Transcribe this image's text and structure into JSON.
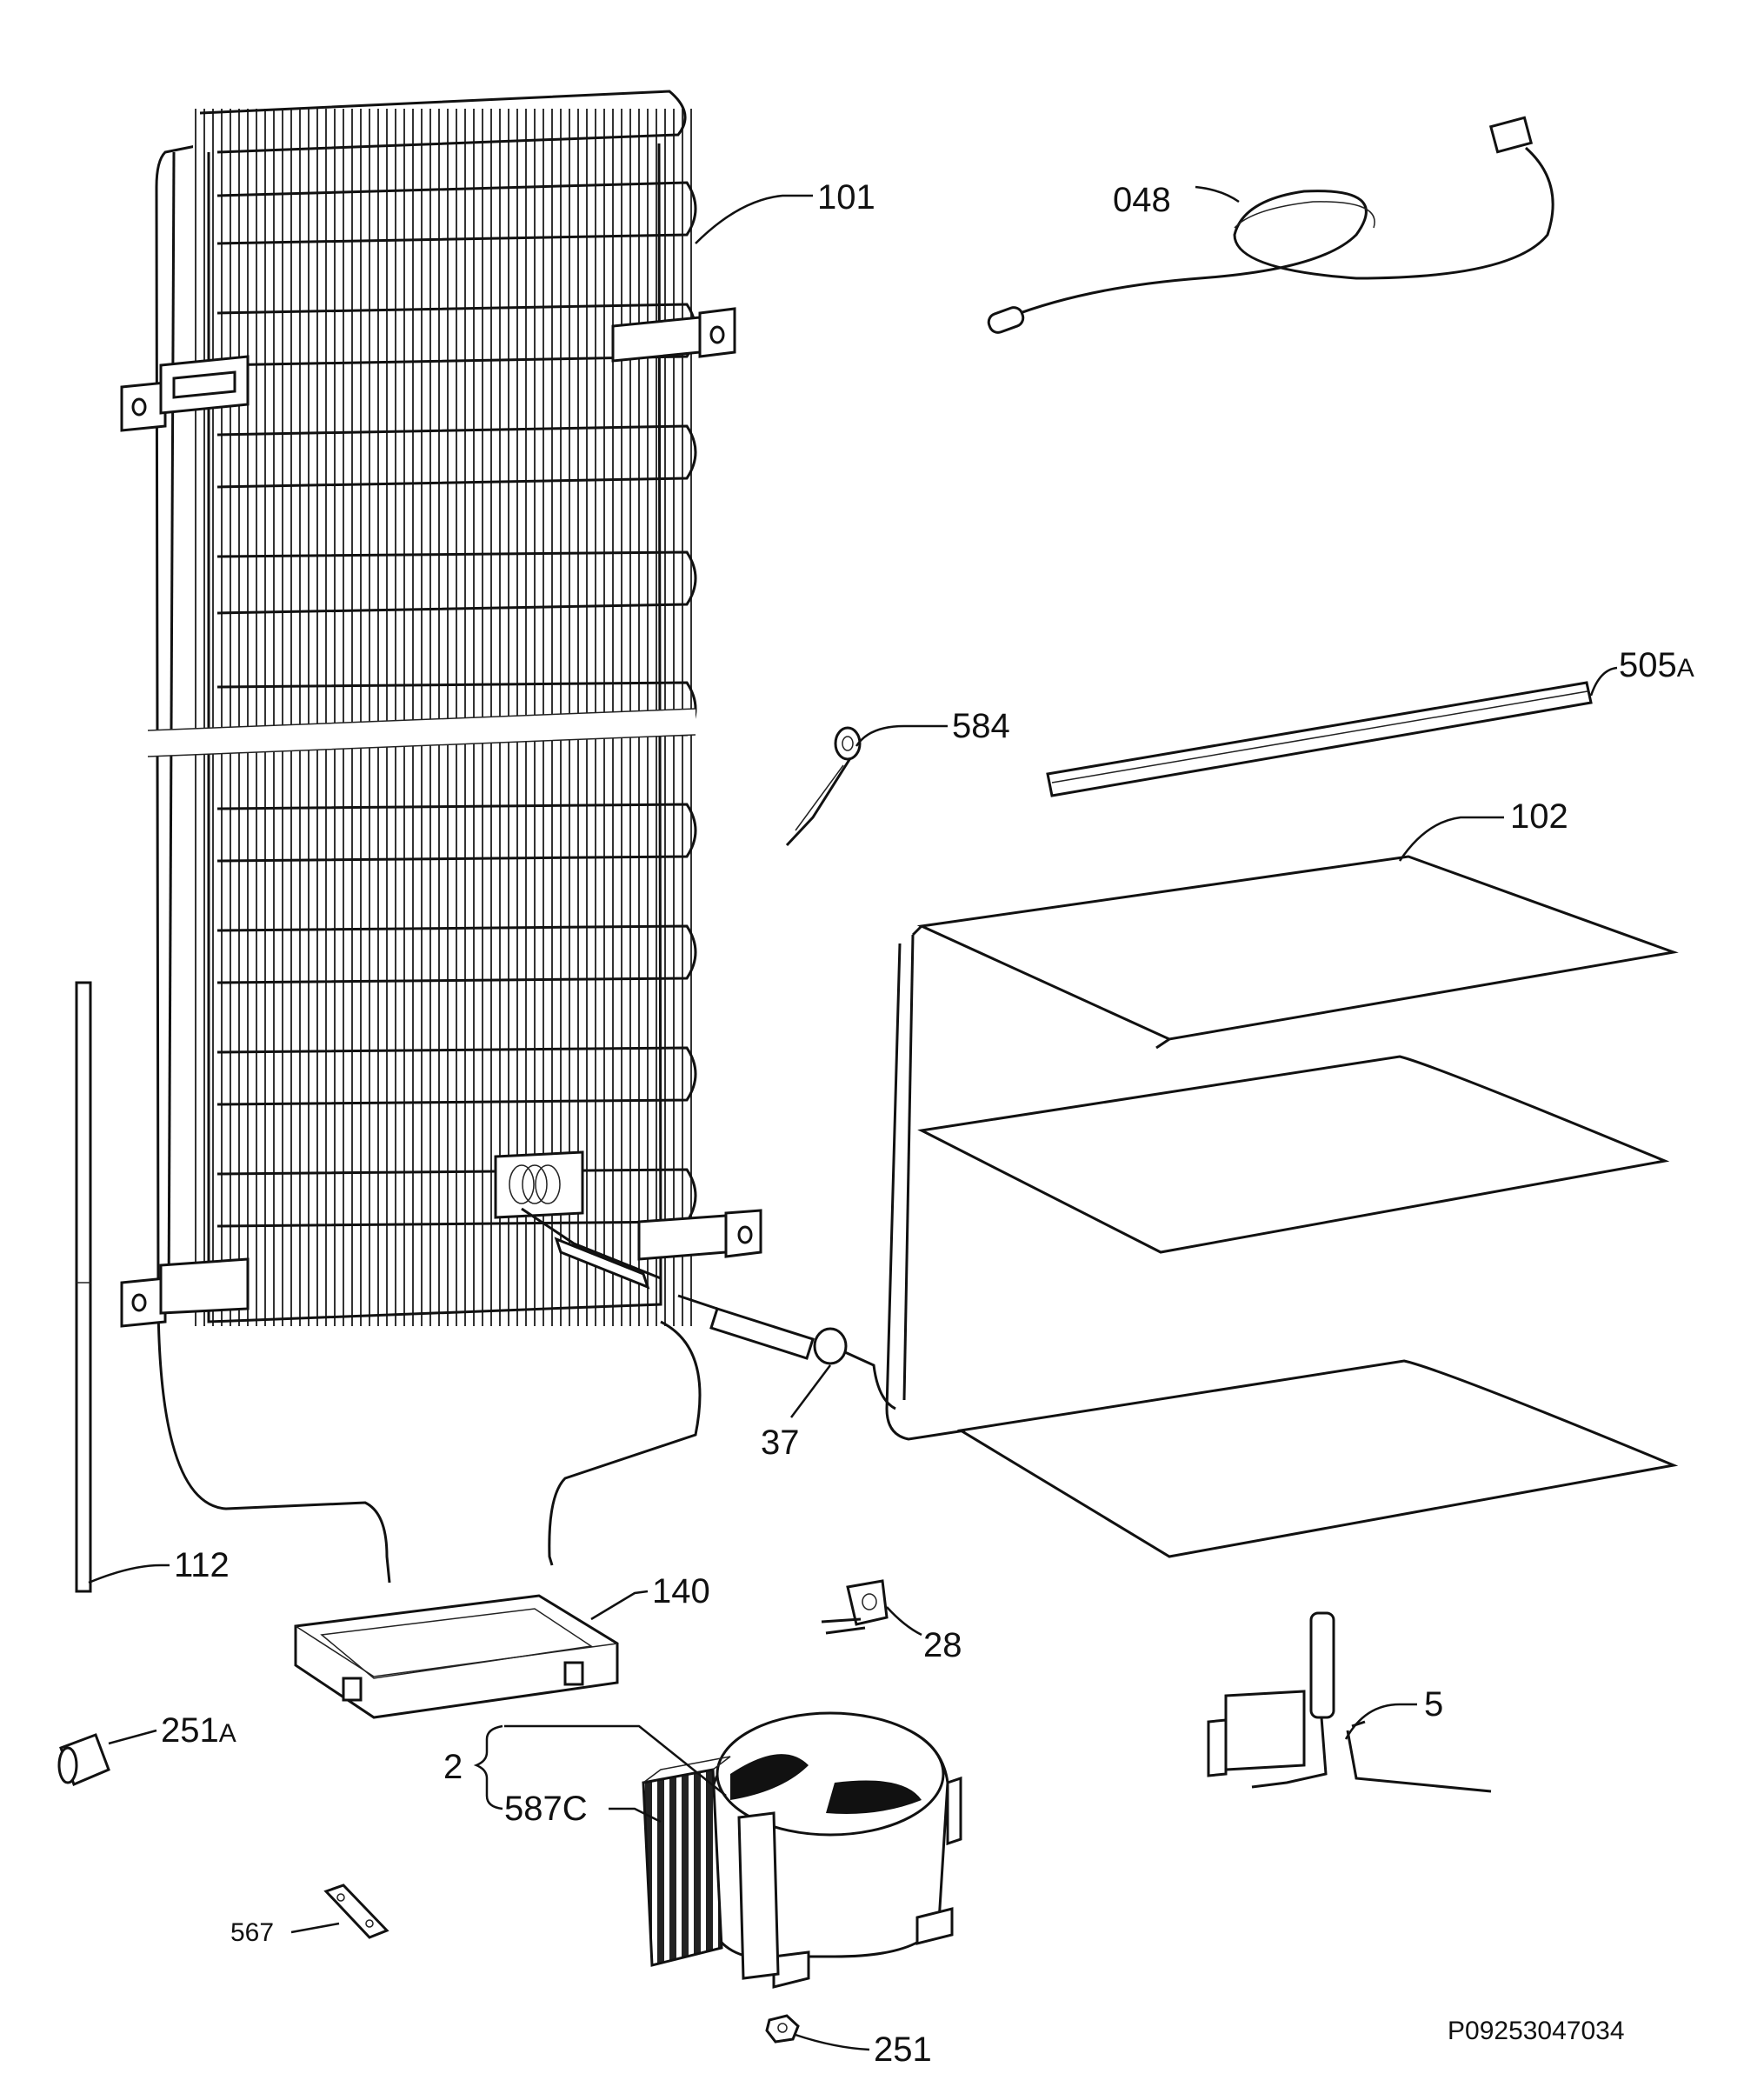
{
  "drawing_code": "P09253047034",
  "labels": {
    "l101": "101",
    "l048": "048",
    "l505": "505",
    "l505_suffix": "A",
    "l584": "584",
    "l102": "102",
    "l37": "37",
    "l112": "112",
    "l140": "140",
    "l28": "28",
    "l5": "5",
    "l251a": "251",
    "l251a_suffix": "A",
    "l2": "2",
    "l587c": "587C",
    "l567": "567",
    "l251": "251"
  }
}
